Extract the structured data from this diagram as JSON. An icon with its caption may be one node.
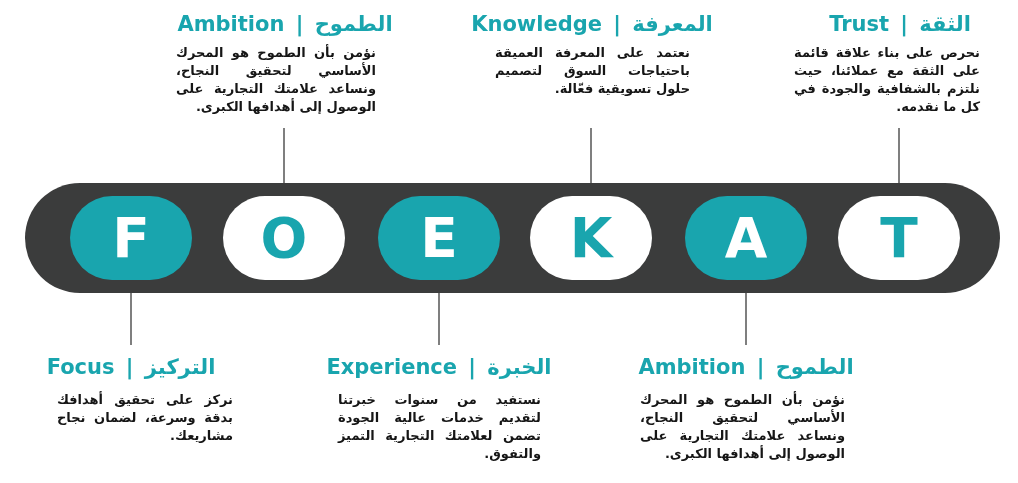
{
  "diagram": {
    "nodes": [
      {
        "text": [
          "Ambition | الطموح",
          "نؤمن بأن الطموح هو المحرك الأساسي لتحقيق النجاح، ونساعد علامتك التجارية على الوصول إلى أهدافها الكبرى."
        ]
      },
      {
        "text": [
          "Knowledge | المعرفة",
          "نعتمد على المعرفة العميقة باحتياجات السوق لتصميم حلول تسويقية فعّالة."
        ]
      },
      {
        "text": [
          "Trust | الثقة",
          "نحرص على بناء علاقة قائمة على الثقة مع عملائنا، حيث نلتزم بالشفافية والجودة في كل ما نقدمه."
        ]
      },
      {
        "text": [],
        "shape": "bar"
      },
      {
        "text": [
          "F"
        ],
        "in": 3
      },
      {
        "text": [
          "O"
        ],
        "in": 3
      },
      {
        "text": [
          "E"
        ],
        "in": 3
      },
      {
        "text": [
          "K"
        ],
        "in": 3
      },
      {
        "text": [
          "A"
        ],
        "in": 3
      },
      {
        "text": [
          "T"
        ],
        "in": 3
      },
      {
        "text": [
          "Focus | التركيز",
          "نركز على تحقيق أهدافك بدقة وسرعة، لضمان نجاح مشاريعك."
        ]
      },
      {
        "text": [
          "Experience | الخبرة",
          "نستفيد من سنوات خبرتنا لتقديم خدمات عالية الجودة تضمن لعلامتك التجارية التميز والتفوق."
        ]
      },
      {
        "text": [
          "Ambition | الطموح",
          "نؤمن بأن الطموح هو المحرك الأساسي لتحقيق النجاح، ونساعد علامتك التجارية على الوصول إلى أهدافها الكبرى."
        ]
      }
    ],
    "edges": [
      {
        "from": 0,
        "to": 5,
        "arrow": "none"
      },
      {
        "from": 1,
        "to": 7,
        "arrow": "none"
      },
      {
        "from": 2,
        "to": 9,
        "arrow": "none"
      },
      {
        "from": 10,
        "to": 4,
        "arrow": "none"
      },
      {
        "from": 11,
        "to": 6,
        "arrow": "none"
      },
      {
        "from": 12,
        "to": 8,
        "arrow": "none"
      }
    ]
  }
}
